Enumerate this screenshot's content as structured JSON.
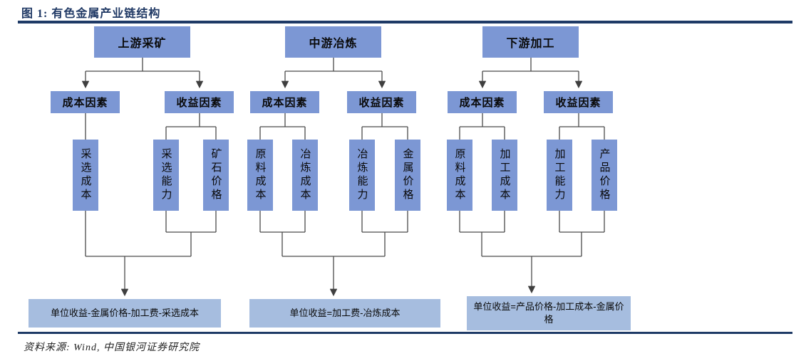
{
  "header": {
    "title": "图 1: 有色金属产业链结构"
  },
  "footer": {
    "source": "资料来源: Wind, 中国银河证券研究院"
  },
  "colors": {
    "node_fill": "#7C97D4",
    "formula_fill": "#A6BDDF",
    "rule_navy": "#1E3A66",
    "title_navy": "#1F3864",
    "connector": "#4a4a4a"
  },
  "columns": [
    {
      "top": "上游采矿",
      "cost_label": "成本因素",
      "revenue_label": "收益因素",
      "cost_items": [
        "采选成本"
      ],
      "revenue_items": [
        "采选能力",
        "矿石价格"
      ],
      "formula": "单位收益-金属价格-加工费-采选成本"
    },
    {
      "top": "中游冶炼",
      "cost_label": "成本因素",
      "revenue_label": "收益因素",
      "cost_items": [
        "原料成本",
        "冶炼成本"
      ],
      "revenue_items": [
        "冶炼能力",
        "金属价格"
      ],
      "formula": "单位收益=加工费-冶炼成本"
    },
    {
      "top": "下游加工",
      "cost_label": "成本因素",
      "revenue_label": "收益因素",
      "cost_items": [
        "原料成本",
        "加工成本"
      ],
      "revenue_items": [
        "加工能力",
        "产品价格"
      ],
      "formula": "单位收益=产品价格-加工成本-金属价格"
    }
  ]
}
